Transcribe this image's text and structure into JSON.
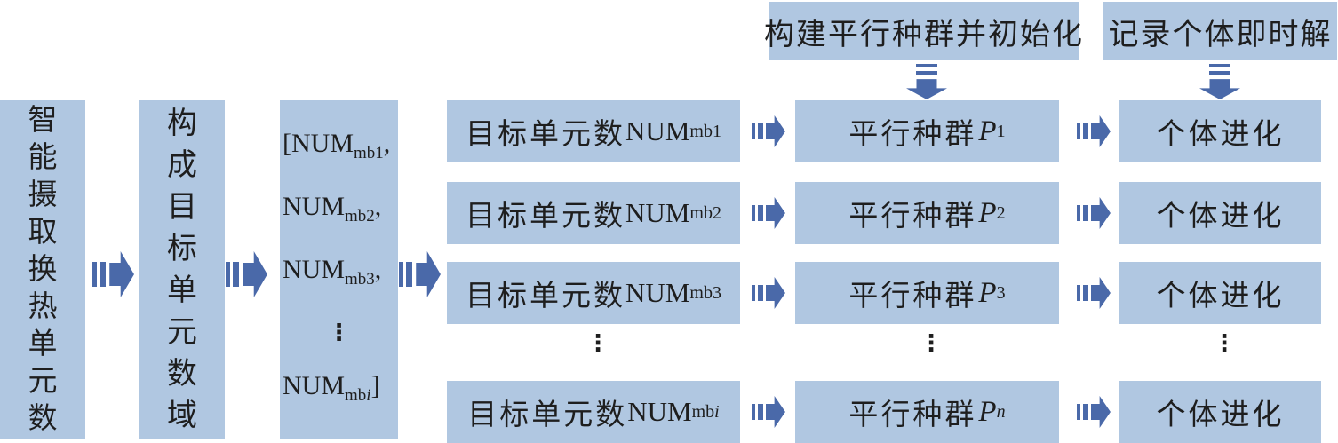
{
  "colors": {
    "box_fill": "#b0c7e1",
    "arrow_fill": "#4a69a9",
    "text_color": "#1e1e1e"
  },
  "vertical_flow": {
    "intake": "智能摄取换热单元数",
    "domain": "构成目标单元数域"
  },
  "array_box": {
    "lines": [
      {
        "pre": "[NUM",
        "sub": "mb1",
        "post": ","
      },
      {
        "pre": "NUM",
        "sub": "mb2",
        "post": ","
      },
      {
        "pre": "NUM",
        "sub": "mb3",
        "post": ","
      },
      {
        "pre": "NUM",
        "sub": "mb",
        "subital": "i",
        "post": "]"
      }
    ]
  },
  "banners": {
    "build": "构建平行种群并初始化",
    "record": "记录个体即时解"
  },
  "rows": [
    {
      "target": {
        "zh": "目标单元数",
        "num": "NUM",
        "sub": "mb1"
      },
      "pop": {
        "zh": "平行种群",
        "var": "P",
        "sub": "1"
      },
      "evo": "个体进化"
    },
    {
      "target": {
        "zh": "目标单元数",
        "num": "NUM",
        "sub": "mb2"
      },
      "pop": {
        "zh": "平行种群",
        "var": "P",
        "sub": "2"
      },
      "evo": "个体进化"
    },
    {
      "target": {
        "zh": "目标单元数",
        "num": "NUM",
        "sub": "mb3"
      },
      "pop": {
        "zh": "平行种群",
        "var": "P",
        "sub": "3"
      },
      "evo": "个体进化"
    },
    {
      "target": {
        "zh": "目标单元数",
        "num": "NUM",
        "sub": "mb",
        "subital": "i"
      },
      "pop": {
        "zh": "平行种群",
        "var": "P",
        "subital": "n"
      },
      "evo": "个体进化"
    }
  ],
  "dots": "⋮"
}
